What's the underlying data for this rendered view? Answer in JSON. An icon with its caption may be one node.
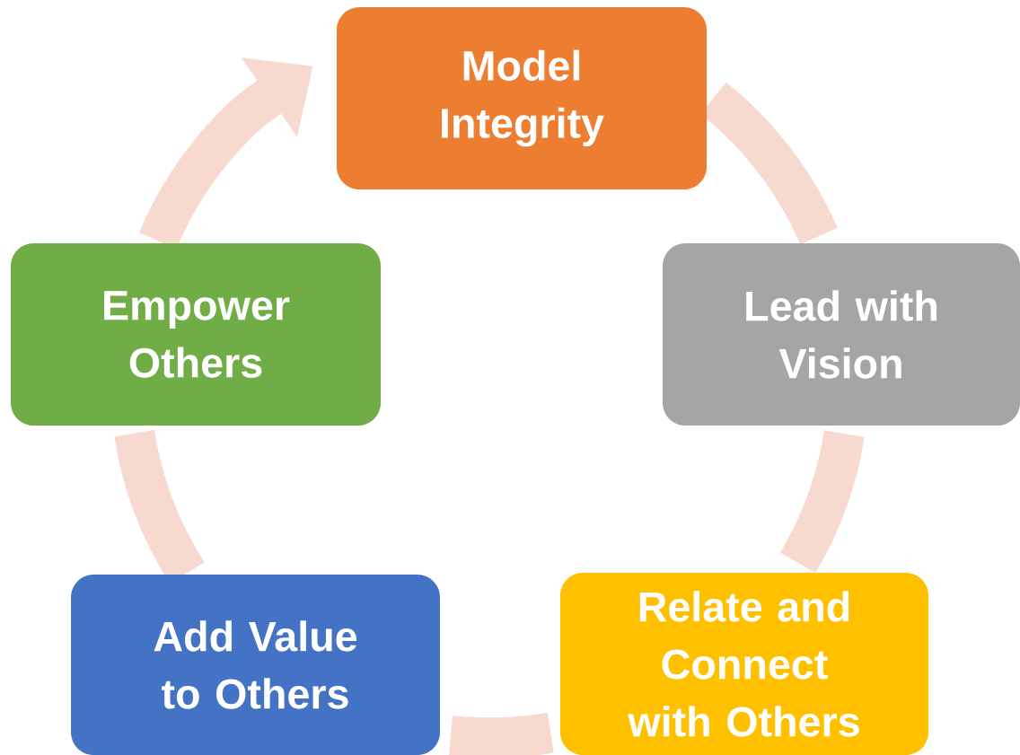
{
  "diagram": {
    "nodes": [
      {
        "text": [
          "Model Integrity"
        ]
      },
      {
        "text": [
          "Lead with Vision"
        ]
      },
      {
        "text": [
          "Relate and Connect with Others"
        ]
      },
      {
        "text": [
          "Add Value to Others"
        ]
      },
      {
        "text": [
          "Empower Others"
        ]
      }
    ],
    "edges": [
      {
        "from": 0,
        "to": 1,
        "arrow": "none"
      },
      {
        "from": 1,
        "to": 2,
        "arrow": "none"
      },
      {
        "from": 2,
        "to": 3,
        "arrow": "none"
      },
      {
        "from": 3,
        "to": 4,
        "arrow": "none"
      },
      {
        "from": 4,
        "to": 0,
        "arrow": "to"
      }
    ]
  }
}
